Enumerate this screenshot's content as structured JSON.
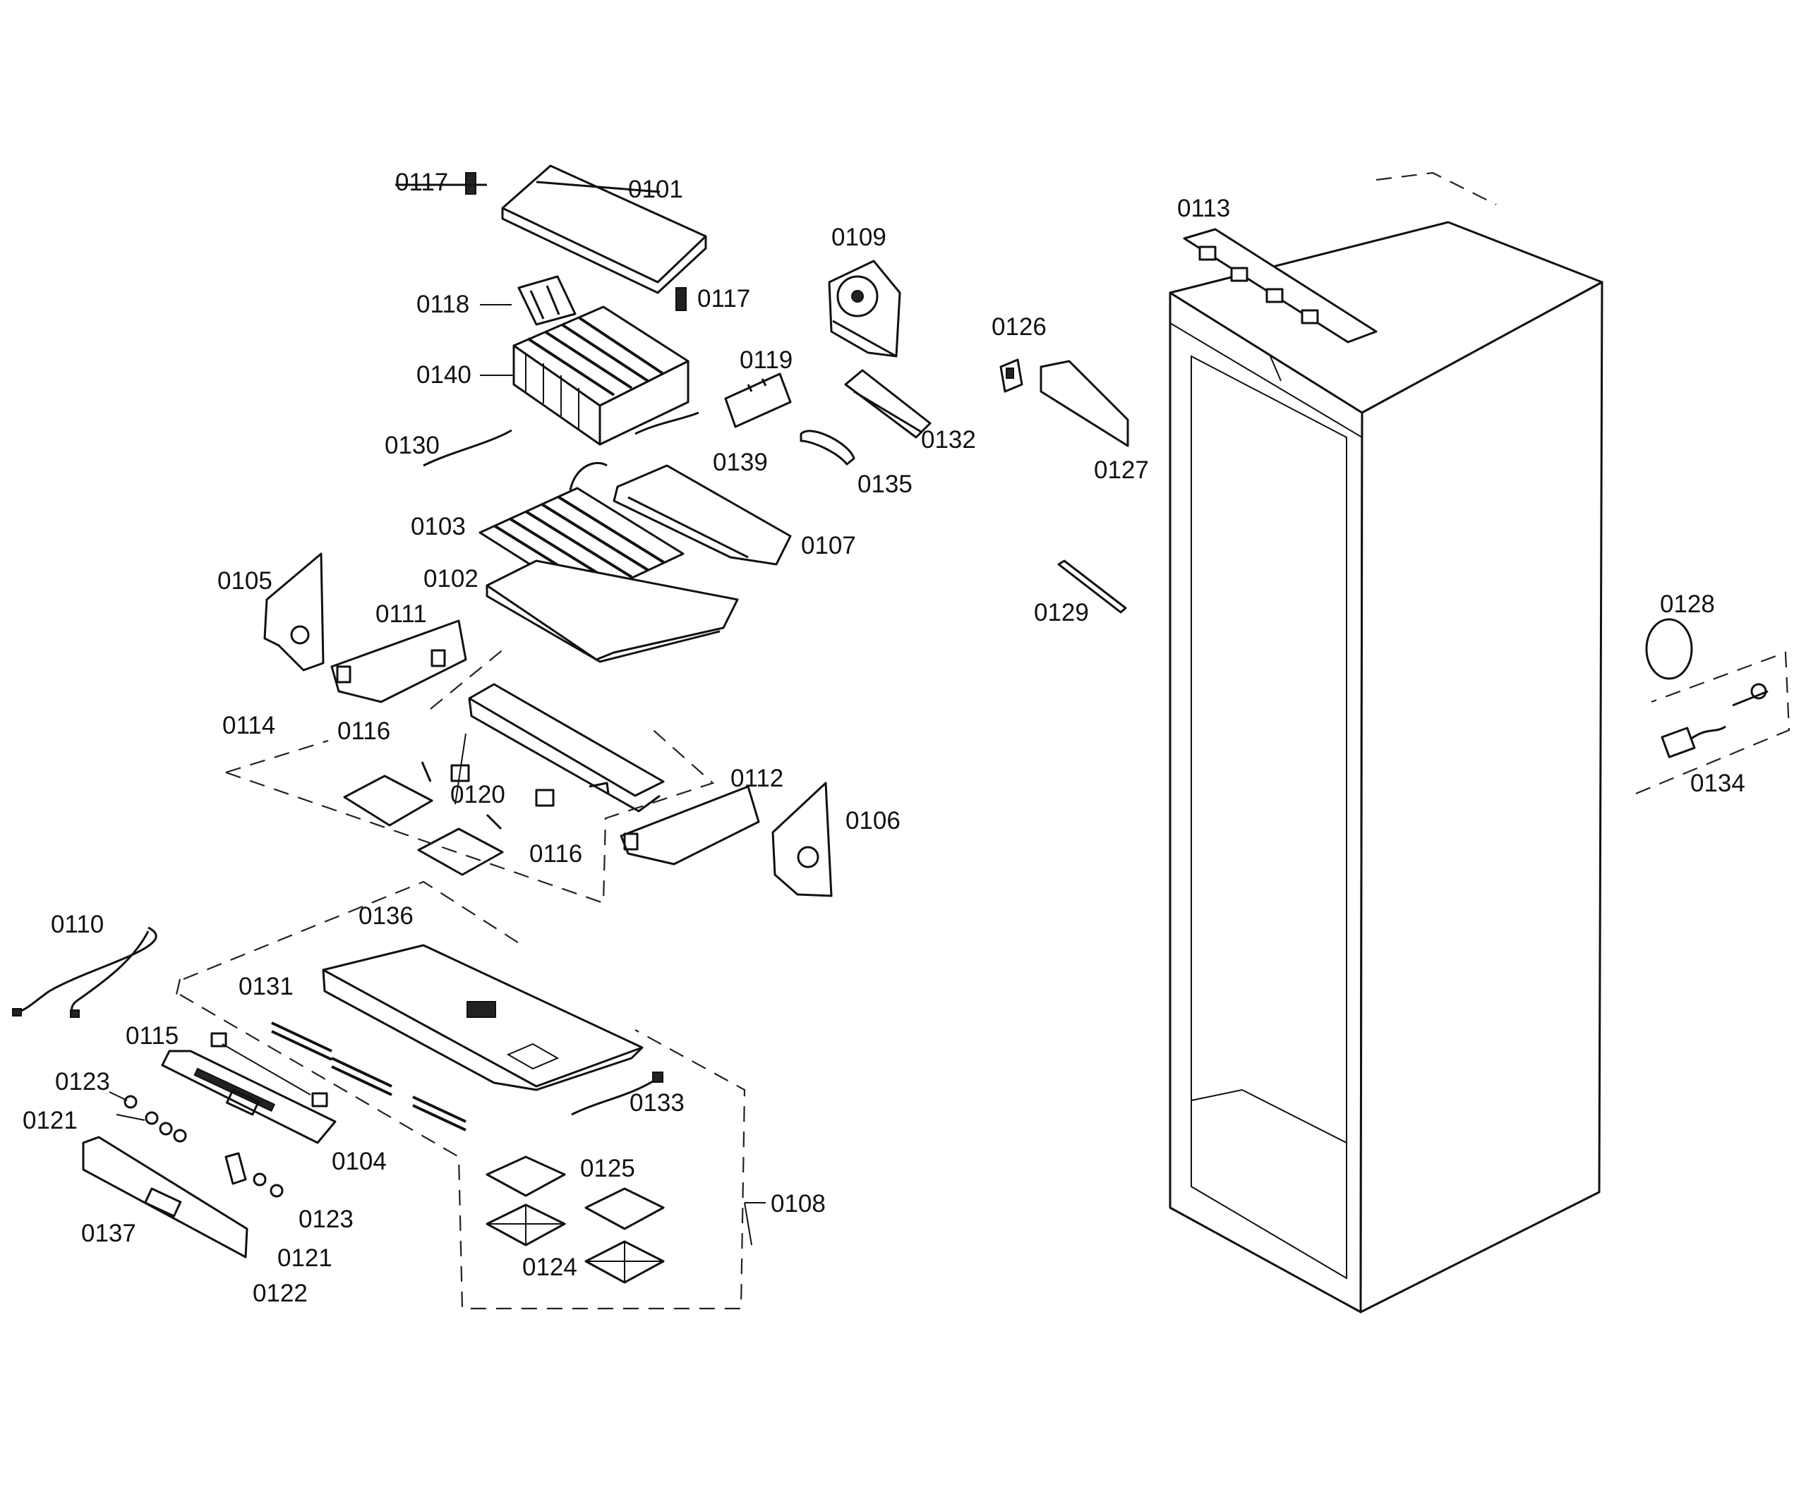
{
  "diagram": {
    "part_labels": {
      "p0117a": "0117",
      "p0101": "0101",
      "p0118": "0118",
      "p0117b": "0117",
      "p0109": "0109",
      "p0113": "0113",
      "p0140": "0140",
      "p0119": "0119",
      "p0126": "0126",
      "p0130": "0130",
      "p0139": "0139",
      "p0132": "0132",
      "p0135": "0135",
      "p0127": "0127",
      "p0103": "0103",
      "p0107": "0107",
      "p0102": "0102",
      "p0105": "0105",
      "p0111": "0111",
      "p0129": "0129",
      "p0128": "0128",
      "p0114": "0114",
      "p0116a": "0116",
      "p0120": "0120",
      "p0112": "0112",
      "p0106": "0106",
      "p0116b": "0116",
      "p0134": "0134",
      "p0110": "0110",
      "p0136": "0136",
      "p0131": "0131",
      "p0115": "0115",
      "p0123a": "0123",
      "p0121a": "0121",
      "p0133": "0133",
      "p0104": "0104",
      "p0125": "0125",
      "p0108": "0108",
      "p0137": "0137",
      "p0123b": "0123",
      "p0124": "0124",
      "p0121b": "0121",
      "p0122": "0122"
    }
  }
}
